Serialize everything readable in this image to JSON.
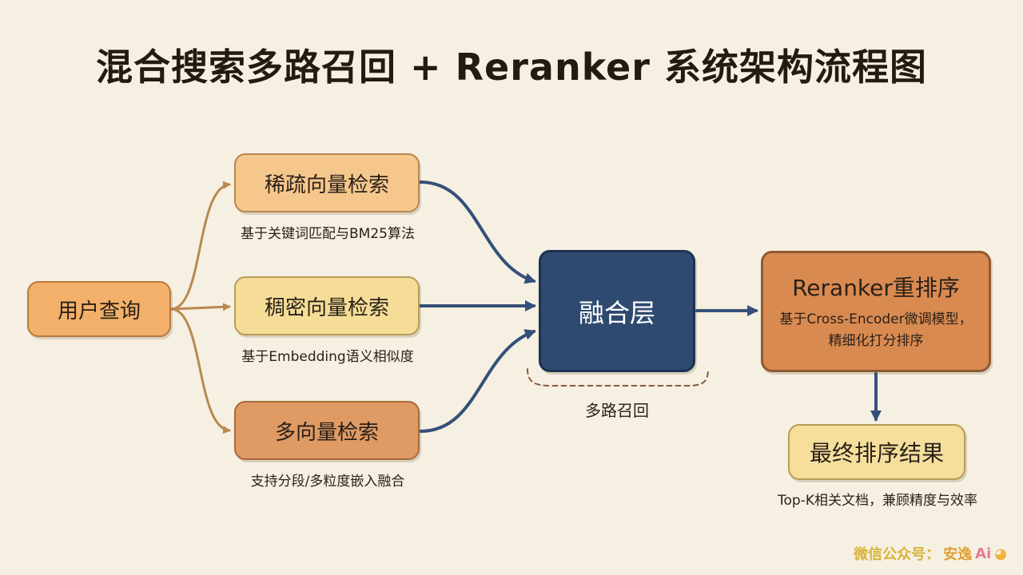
{
  "title": "混合搜索多路召回 + Reranker 系统架构流程图",
  "nodes": {
    "query": "用户查询",
    "sparse": "稀疏向量检索",
    "dense": "稠密向量检索",
    "multi": "多向量检索",
    "fusion": "融合层",
    "rerank": "Reranker重排序",
    "final": "最终排序结果"
  },
  "descriptions": {
    "sparse": "基于关键词匹配与BM25算法",
    "dense": "基于Embedding语义相似度",
    "multi": "支持分段/多粒度嵌入融合",
    "rerank": "基于Cross-Encoder微调模型，精细化打分排序",
    "final": "Top-K相关文档，兼顾精度与效率"
  },
  "group_label": "多路召回",
  "watermark": {
    "prefix": "微信公众号：",
    "name": "安逸",
    "suffix": "Ai"
  },
  "colors": {
    "edge_warm": "#b9894f",
    "edge_blue": "#34507a",
    "fusion_fill": "#2f4a70"
  }
}
